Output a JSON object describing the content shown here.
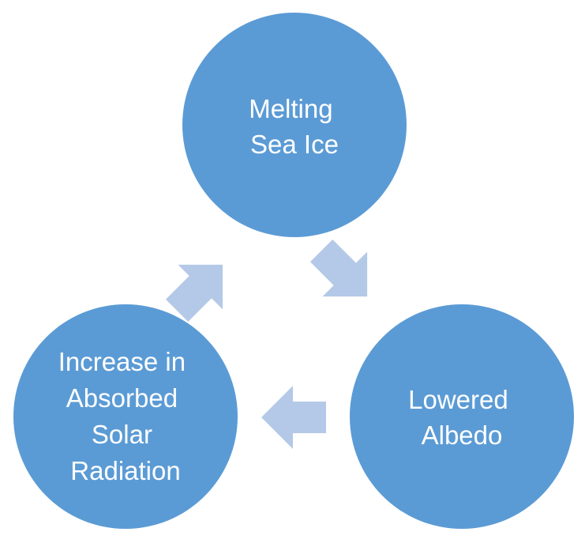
{
  "diagram": {
    "type": "cycle",
    "colors": {
      "node_fill": "#5B9BD5",
      "arrow_fill": "#B4C9E7",
      "text": "#FFFFFF",
      "background": "#FFFFFF"
    },
    "nodes": [
      {
        "id": "melting-sea-ice",
        "lines": [
          "Melting",
          "Sea Ice"
        ]
      },
      {
        "id": "lowered-albedo",
        "lines": [
          "Lowered",
          "Albedo"
        ]
      },
      {
        "id": "increase-absorbed-solar-radiation",
        "lines": [
          "Increase in",
          "Absorbed",
          "Solar",
          "Radiation"
        ]
      }
    ],
    "edges": [
      {
        "from": "melting-sea-ice",
        "to": "lowered-albedo"
      },
      {
        "from": "lowered-albedo",
        "to": "increase-absorbed-solar-radiation"
      },
      {
        "from": "increase-absorbed-solar-radiation",
        "to": "melting-sea-ice"
      }
    ]
  }
}
